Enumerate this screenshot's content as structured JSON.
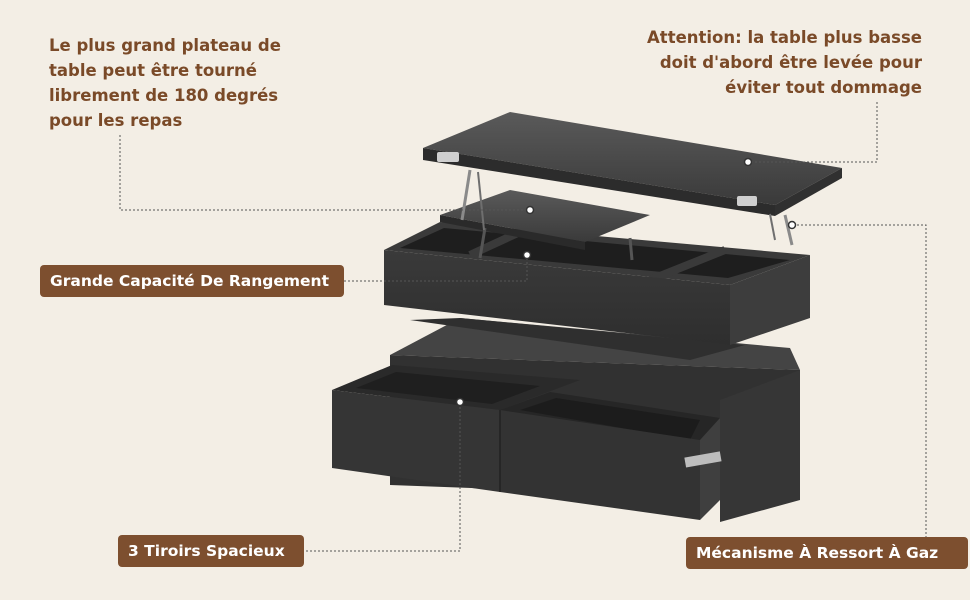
{
  "notes": {
    "rotating_top": [
      "Le plus grand plateau de",
      "table peut être tourné",
      "librement de 180 degrés",
      "pour les repas"
    ],
    "attention": [
      "Attention: la table plus basse",
      "doit d'abord être levée pour",
      "éviter tout dommage"
    ]
  },
  "badges": {
    "storage": "Grande Capacité De Rangement",
    "drawers": "3 Tiroirs Spacieux",
    "gas_spring": "Mécanisme À Ressort À Gaz"
  },
  "colors": {
    "background": "#f3eee5",
    "text_brown": "#7a4a28",
    "badge_brown": "#7d4f2f",
    "furniture_dark": "#3b3b3b"
  }
}
